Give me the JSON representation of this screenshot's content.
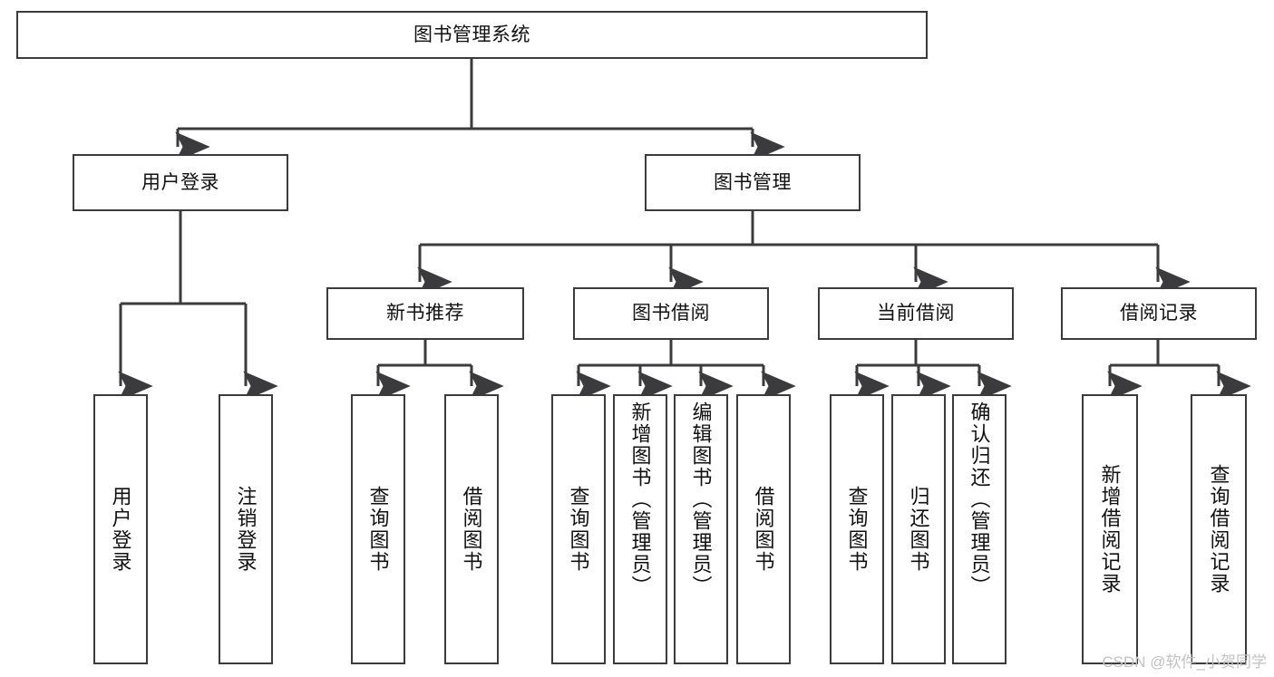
{
  "diagram": {
    "type": "hierarchy-tree",
    "title": "图书管理系统",
    "watermark": "CSDN @软件_小贺同学",
    "colors": {
      "background": "#ffffff",
      "stroke": "#3b3b3d",
      "text": "#111111",
      "watermark": "#c2c2c2"
    },
    "levels": {
      "root": {
        "label": "图书管理系统"
      },
      "level2": [
        {
          "label": "用户登录"
        },
        {
          "label": "图书管理"
        }
      ],
      "level3": [
        {
          "label": "新书推荐"
        },
        {
          "label": "图书借阅"
        },
        {
          "label": "当前借阅"
        },
        {
          "label": "借阅记录"
        }
      ],
      "leaves_user_login": [
        {
          "label": "用户登录"
        },
        {
          "label": "注销登录"
        }
      ],
      "leaves_new_books": [
        {
          "label": "查询图书"
        },
        {
          "label": "借阅图书"
        }
      ],
      "leaves_book_borrow": [
        {
          "label": "查询图书"
        },
        {
          "label": "新增图书（管理员）"
        },
        {
          "label": "编辑图书（管理员）"
        },
        {
          "label": "借阅图书"
        }
      ],
      "leaves_current_borrow": [
        {
          "label": "查询图书"
        },
        {
          "label": "归还图书"
        },
        {
          "label": "确认归还（管理员）"
        }
      ],
      "leaves_borrow_records": [
        {
          "label": "新增借阅记录"
        },
        {
          "label": "查询借阅记录"
        }
      ]
    }
  }
}
